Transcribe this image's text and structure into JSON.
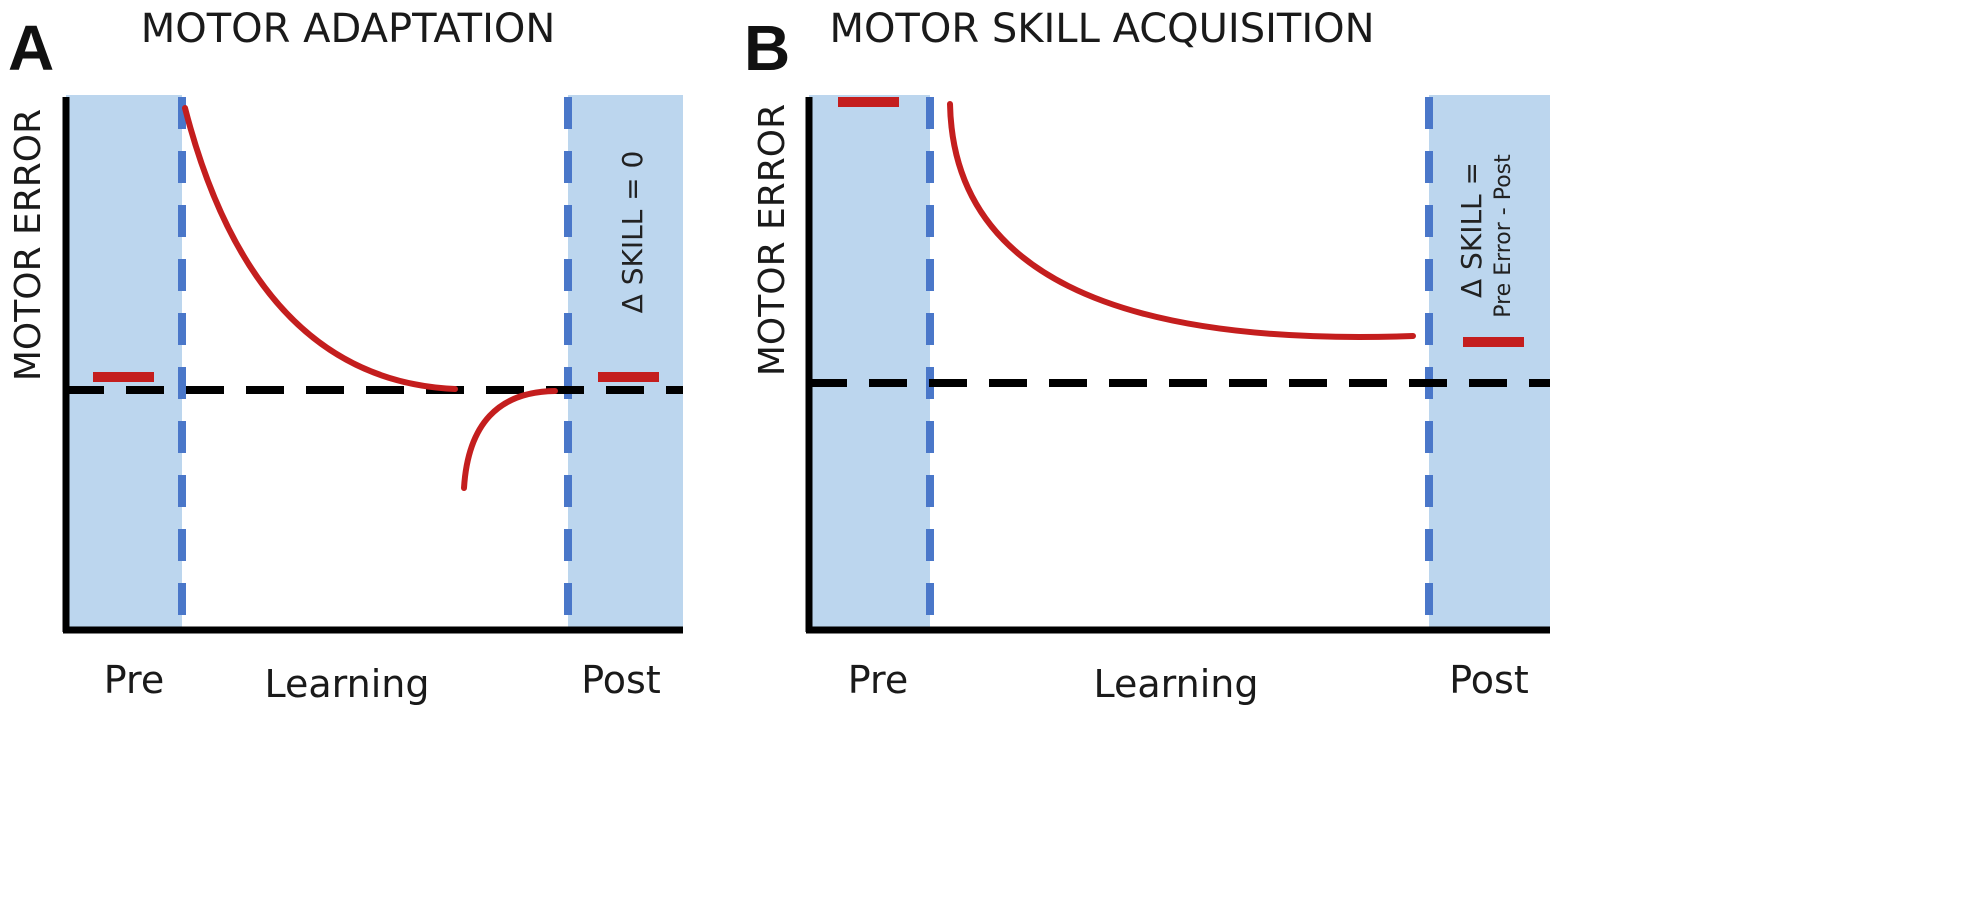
{
  "colors": {
    "shade": "#bcd6ee",
    "phase_divider": "#4a77c9",
    "curve": "#c41e1e",
    "baseline": "#000000",
    "axis": "#000000"
  },
  "panels": [
    {
      "letter": "A",
      "title": "MOTOR ADAPTATION",
      "y_axis_label": "MOTOR ERROR",
      "phases": {
        "pre": "Pre",
        "learning": "Learning",
        "post": "Post"
      },
      "annotation_lines": [
        "Δ SKILL = 0"
      ]
    },
    {
      "letter": "B",
      "title": "MOTOR SKILL ACQUISITION",
      "y_axis_label": "MOTOR ERROR",
      "phases": {
        "pre": "Pre",
        "learning": "Learning",
        "post": "Post"
      },
      "annotation_lines": [
        "Δ SKILL =",
        "Pre Error - Post"
      ]
    }
  ]
}
